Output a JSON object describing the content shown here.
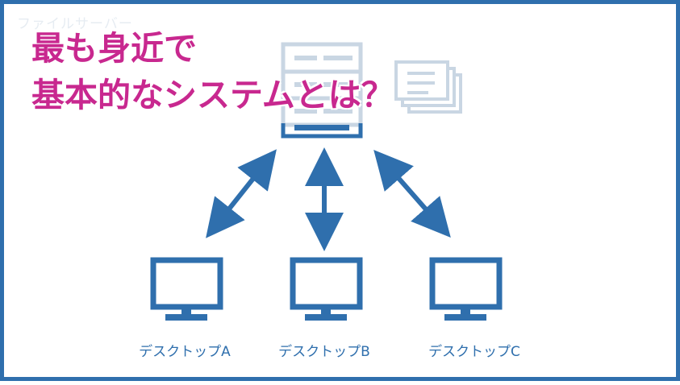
{
  "background_label": "ファイルサーバー",
  "title": {
    "line1": "最も身近で",
    "line2": "基本的なシステムとは？"
  },
  "desktops": [
    {
      "label": "デスクトップA"
    },
    {
      "label": "デスクトップB"
    },
    {
      "label": "デスクトップC"
    }
  ],
  "colors": {
    "frame": "#2f6fad",
    "icon": "#2f6fad",
    "title": "#c8288f",
    "faded_icon": "#c9d6e3"
  },
  "icons": {
    "server": "server-icon",
    "document": "document-stack-icon",
    "desktop": "monitor-icon",
    "link": "double-arrow-icon"
  }
}
